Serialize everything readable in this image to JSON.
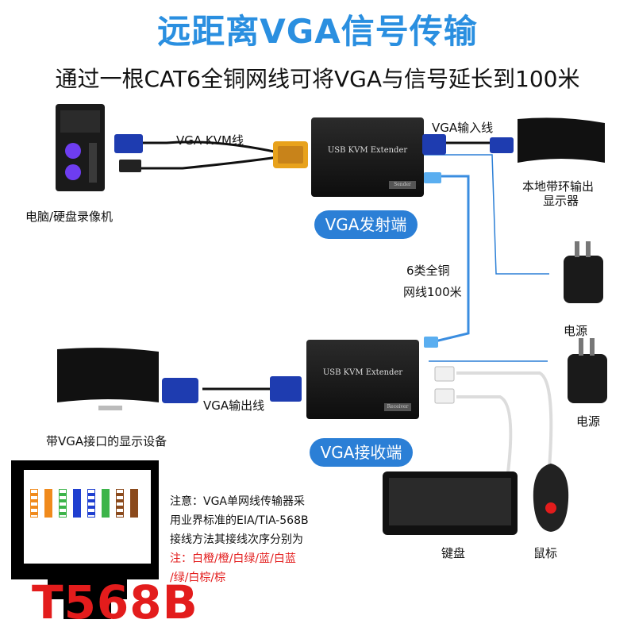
{
  "title": "远距离VGA信号传输",
  "subtitle": "通过一根CAT6全铜网线可将VGA与信号延长到100米",
  "labels": {
    "vga_kvm_cable": "VGA KVM线",
    "vga_input_cable": "VGA输入线",
    "local_monitor": "本地带环输出",
    "local_monitor_2": "显示器",
    "computer": "电脑/硬盘录像机",
    "sender_pill": "VGA发射端",
    "cable_1": "6类全铜",
    "cable_2": "网线100米",
    "power_1": "电源",
    "power_2": "电源",
    "vga_output_cable": "VGA输出线",
    "receiver_pill": "VGA接收端",
    "display_device": "带VGA接口的显示设备",
    "keyboard": "键盘",
    "mouse": "鼠标"
  },
  "devices": {
    "extender_name": "USB KVM Extender",
    "sender_tag": "Sender",
    "receiver_tag": "Receiver"
  },
  "wiring": {
    "standard": "T568B",
    "pins": [
      {
        "label": "白橙",
        "color": "#f08a1c",
        "striped": true
      },
      {
        "label": "橙",
        "color": "#f08a1c",
        "striped": false
      },
      {
        "label": "白绿",
        "color": "#3cb44a",
        "striped": true
      },
      {
        "label": "蓝",
        "color": "#1f3fd0",
        "striped": false
      },
      {
        "label": "白蓝",
        "color": "#1f3fd0",
        "striped": true
      },
      {
        "label": "绿",
        "color": "#3cb44a",
        "striped": false
      },
      {
        "label": "白棕",
        "color": "#8b4a1c",
        "striped": true
      },
      {
        "label": "棕",
        "color": "#8b4a1c",
        "striped": false
      }
    ]
  },
  "note": {
    "line1": "注意：VGA单网线传输器采",
    "line2": "用业界标准的EIA/TIA-568B",
    "line3": "接线方法其接线次序分别为",
    "line4": "注：白橙/橙/白绿/蓝/白蓝",
    "line5": "/绿/白棕/棕"
  },
  "colors": {
    "accent": "#2b7fd6",
    "title": "#2a8fe0",
    "warning": "#e31c1c",
    "network_cable": "#3a8de0"
  }
}
